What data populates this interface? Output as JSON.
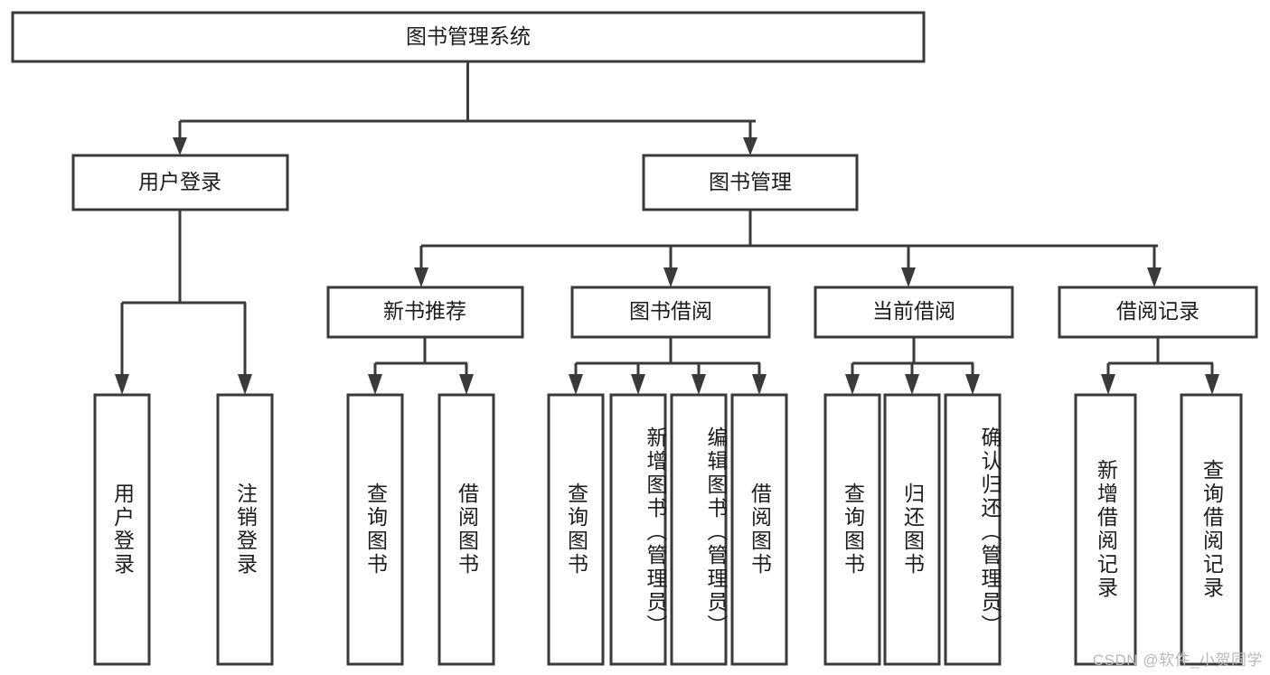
{
  "diagram": {
    "type": "hierarchy-tree",
    "title": "图书管理系统",
    "watermark": "CSDN @软件_小贺同学",
    "colors": {
      "box_stroke": "#3a3a3a",
      "box_fill": "#ffffff",
      "text": "#1c1c1c",
      "watermark": "#b9b9b9",
      "background": "#ffffff"
    },
    "levels": {
      "root": "图书管理系统",
      "level2": [
        "用户登录",
        "图书管理"
      ],
      "level3": [
        "新书推荐",
        "图书借阅",
        "当前借阅",
        "借阅记录"
      ]
    },
    "nodes": {
      "root": {
        "label": "图书管理系统"
      },
      "user_login": {
        "label": "用户登录"
      },
      "book_manage": {
        "label": "图书管理"
      },
      "new_book_rec": {
        "label": "新书推荐"
      },
      "book_borrow": {
        "label": "图书借阅"
      },
      "current_borrow": {
        "label": "当前借阅"
      },
      "borrow_record": {
        "label": "借阅记录"
      }
    },
    "leaves": {
      "user_login": [
        {
          "label": "用户登录"
        },
        {
          "label": "注销登录"
        }
      ],
      "new_book_rec": [
        {
          "label": "查询图书"
        },
        {
          "label": "借阅图书"
        }
      ],
      "book_borrow": [
        {
          "label": "查询图书"
        },
        {
          "label": "新增图书（管理员）"
        },
        {
          "label": "编辑图书（管理员）"
        },
        {
          "label": "借阅图书"
        }
      ],
      "current_borrow": [
        {
          "label": "查询图书"
        },
        {
          "label": "归还图书"
        },
        {
          "label": "确认归还（管理员）"
        }
      ],
      "borrow_record": [
        {
          "label": "新增借阅记录"
        },
        {
          "label": "查询借阅记录"
        }
      ]
    },
    "edges": [
      {
        "from": "图书管理系统",
        "to": "用户登录"
      },
      {
        "from": "图书管理系统",
        "to": "图书管理"
      },
      {
        "from": "图书管理",
        "to": "新书推荐"
      },
      {
        "from": "图书管理",
        "to": "图书借阅"
      },
      {
        "from": "图书管理",
        "to": "当前借阅"
      },
      {
        "from": "图书管理",
        "to": "借阅记录"
      },
      {
        "from": "用户登录",
        "to": "用户登录"
      },
      {
        "from": "用户登录",
        "to": "注销登录"
      },
      {
        "from": "新书推荐",
        "to": "查询图书"
      },
      {
        "from": "新书推荐",
        "to": "借阅图书"
      },
      {
        "from": "图书借阅",
        "to": "查询图书"
      },
      {
        "from": "图书借阅",
        "to": "新增图书（管理员）"
      },
      {
        "from": "图书借阅",
        "to": "编辑图书（管理员）"
      },
      {
        "from": "图书借阅",
        "to": "借阅图书"
      },
      {
        "from": "当前借阅",
        "to": "查询图书"
      },
      {
        "from": "当前借阅",
        "to": "归还图书"
      },
      {
        "from": "当前借阅",
        "to": "确认归还（管理员）"
      },
      {
        "from": "借阅记录",
        "to": "新增借阅记录"
      },
      {
        "from": "借阅记录",
        "to": "查询借阅记录"
      }
    ]
  }
}
